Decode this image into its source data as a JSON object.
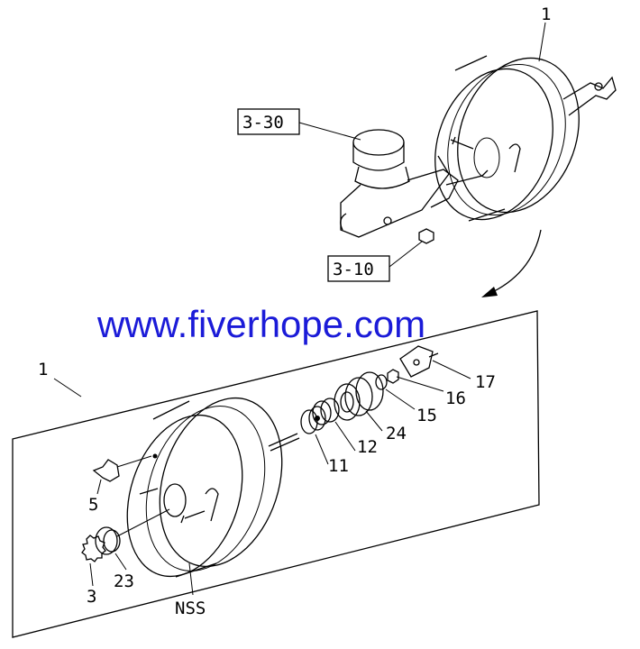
{
  "watermark": "www.fiverhope.com",
  "ref_boxes": {
    "top": "3-30",
    "bottom": "3-10"
  },
  "labels": {
    "top_assembly": "1",
    "assembly": "1",
    "p17": "17",
    "p16": "16",
    "p15": "15",
    "p24": "24",
    "p12": "12",
    "p11": "11",
    "p5": "5",
    "p23": "23",
    "p3": "3",
    "nss": "NSS"
  },
  "colors": {
    "watermark": "#1b1bd8",
    "line": "#000000"
  }
}
